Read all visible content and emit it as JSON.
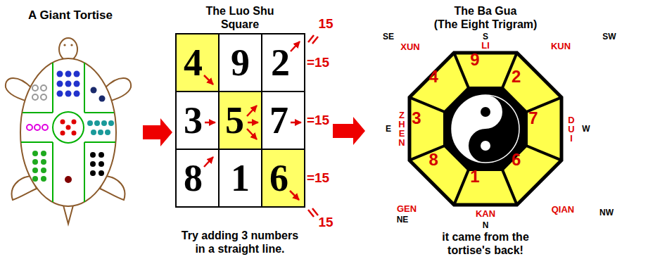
{
  "diagram": {
    "nodes": [
      {
        "text": [
          "A Giant Tortise"
        ]
      },
      {
        "text": [
          "The Luo Shu Square"
        ]
      },
      {
        "text": [
          "4"
        ],
        "in": 1
      },
      {
        "text": [
          "9"
        ],
        "in": 1
      },
      {
        "text": [
          "2"
        ],
        "in": 1
      },
      {
        "text": [
          "3"
        ],
        "in": 1
      },
      {
        "text": [
          "5"
        ],
        "in": 1
      },
      {
        "text": [
          "7"
        ],
        "in": 1
      },
      {
        "text": [
          "8"
        ],
        "in": 1
      },
      {
        "text": [
          "1"
        ],
        "in": 1
      },
      {
        "text": [
          "6"
        ],
        "in": 1
      },
      {
        "text": [
          "The Ba Gua",
          "(The Eight Trigram)"
        ]
      },
      {
        "text": [
          "9"
        ],
        "in": 11
      },
      {
        "text": [
          "2"
        ],
        "in": 11
      },
      {
        "text": [
          "7"
        ],
        "in": 11
      },
      {
        "text": [
          "6"
        ],
        "in": 11
      },
      {
        "text": [
          "1"
        ],
        "in": 11
      },
      {
        "text": [
          "8"
        ],
        "in": 11
      },
      {
        "text": [
          "3"
        ],
        "in": 11
      },
      {
        "text": [
          "4"
        ],
        "in": 11
      }
    ],
    "edges": [
      {
        "from": 0,
        "to": 1,
        "arrow": "to"
      },
      {
        "from": 1,
        "to": 11,
        "arrow": "to"
      }
    ],
    "labels": [
      "=15",
      "=15",
      "=15",
      "15",
      "15",
      "Try adding 3 numbers in a straight line.",
      "it came from the tortise's back!",
      "S",
      "LI",
      "SW",
      "KUN",
      "W",
      "DUI",
      "NW",
      "QIAN",
      "N",
      "KAN",
      "NE",
      "GEN",
      "E",
      "ZHEN",
      "SE",
      "XUN"
    ]
  }
}
